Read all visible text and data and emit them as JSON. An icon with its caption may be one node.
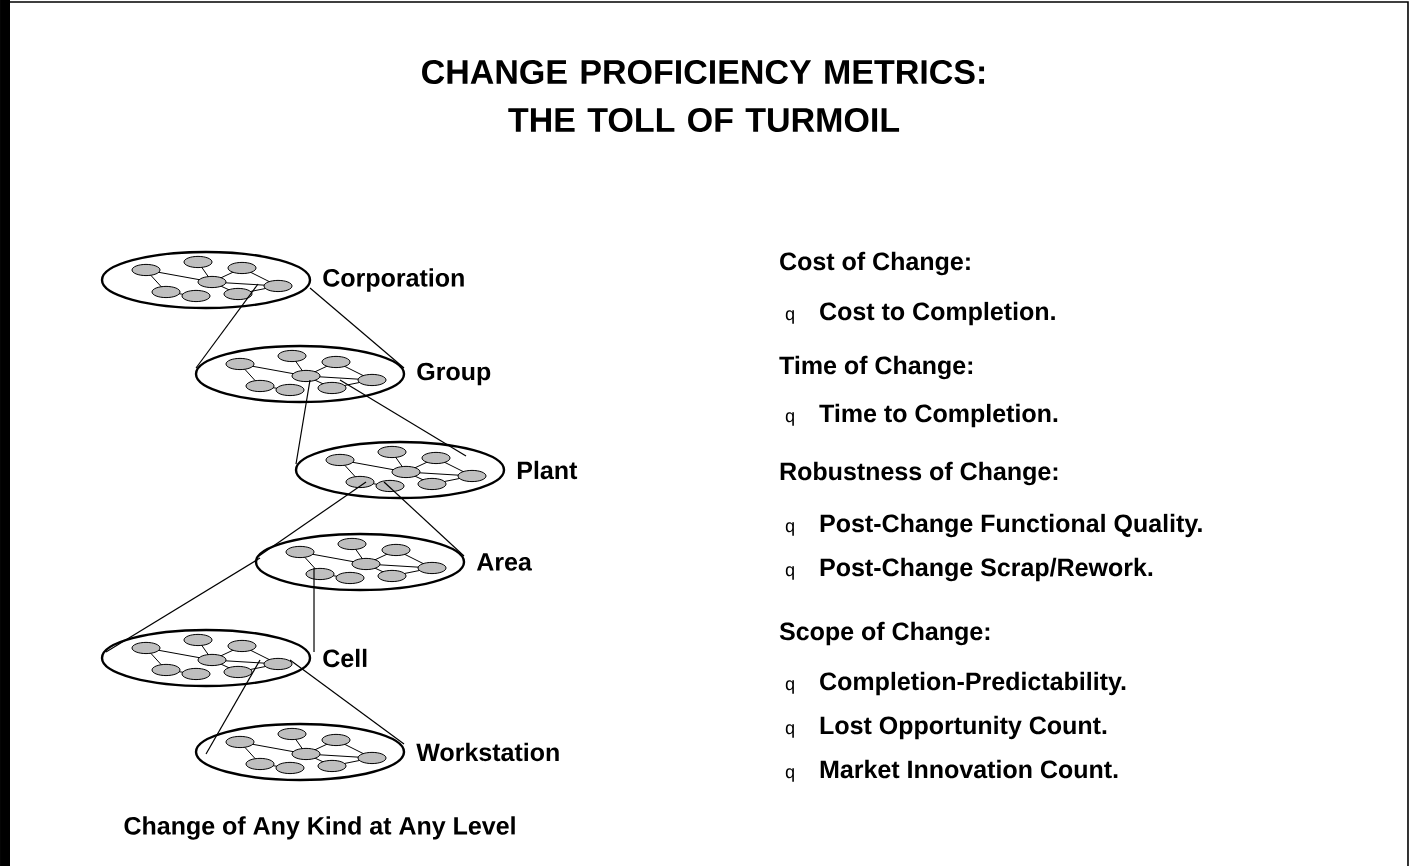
{
  "diagram": {
    "title": "CHANGE PROFICIENCY METRICS: THE TOLL OF TURMOIL",
    "caption": "Change of Any Kind at Any Level",
    "nodes": [
      {
        "text": [
          "Corporation"
        ]
      },
      {
        "text": [
          "Group"
        ]
      },
      {
        "text": [
          "Plant"
        ]
      },
      {
        "text": [
          "Area"
        ]
      },
      {
        "text": [
          "Cell"
        ]
      },
      {
        "text": [
          "Workstation"
        ]
      }
    ],
    "edges": [
      {
        "from": 0,
        "to": 1,
        "arrow": "none"
      },
      {
        "from": 0,
        "to": 1,
        "arrow": "none"
      },
      {
        "from": 1,
        "to": 2,
        "arrow": "none"
      },
      {
        "from": 1,
        "to": 2,
        "arrow": "none"
      },
      {
        "from": 2,
        "to": 3,
        "arrow": "none"
      },
      {
        "from": 2,
        "to": 3,
        "arrow": "none"
      },
      {
        "from": 3,
        "to": 4,
        "arrow": "none"
      },
      {
        "from": 3,
        "to": 4,
        "arrow": "none"
      },
      {
        "from": 4,
        "to": 5,
        "arrow": "none"
      },
      {
        "from": 4,
        "to": 5,
        "arrow": "none"
      }
    ],
    "labels": [
      "Cost of Change:",
      "q",
      "Cost to Completion.",
      "Time of Change:",
      "q",
      "Time to Completion.",
      "Robustness of Change:",
      "q",
      "Post-Change Functional Quality.",
      "q",
      "Post-Change Scrap/Rework.",
      "Scope of Change:",
      "q",
      "Completion-Predictability.",
      "q",
      "Lost Opportunity Count.",
      "q",
      "Market Innovation Count."
    ]
  }
}
